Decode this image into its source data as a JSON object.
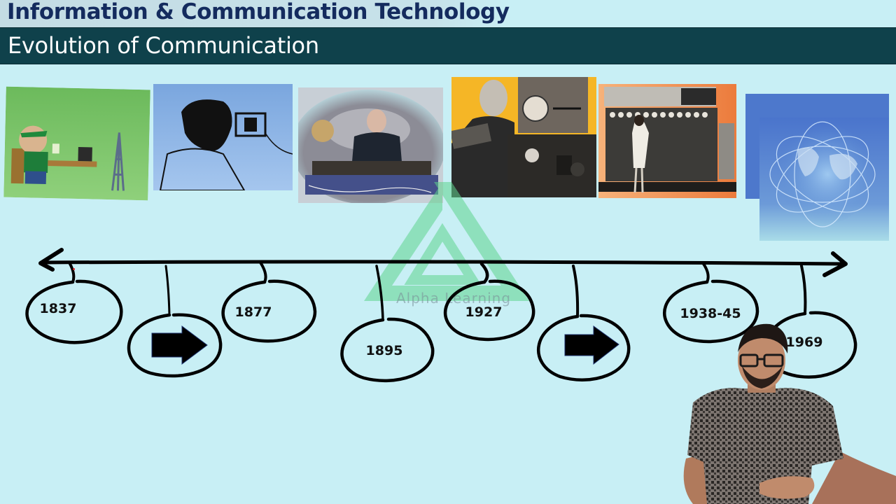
{
  "header": {
    "course_title": "Information & Communication Technology",
    "slide_title": "Evolution of Communication"
  },
  "colors": {
    "background": "#c8eff5",
    "banner": "#0f414b",
    "course_title": "#142b5e",
    "banner_text": "#ffffff",
    "watermark_green": "#7fdca8",
    "pointer": "#d9262c"
  },
  "images": [
    {
      "id": "telegraph",
      "description": "Cartoon telegraph operator at desk with antenna tower",
      "bg": "#7cc46e"
    },
    {
      "id": "telephone",
      "description": "Sketch of bearded man speaking into early telephone",
      "bg": "#8fb6e6"
    },
    {
      "id": "radio",
      "description": "Man seated at early radio transmitter equipment",
      "bg": "#9a9aa2"
    },
    {
      "id": "television",
      "description": "Man holding cathode tube beside early television set",
      "bg": "#f5b626"
    },
    {
      "id": "computer",
      "description": "Woman operating large early computing machine",
      "bg": "#f0914a"
    },
    {
      "id": "internet",
      "description": "Globe with network connection lines",
      "bg": "#4f7fcf"
    }
  ],
  "watermark": {
    "text": "Alpha Learning"
  },
  "timeline": {
    "nodes": [
      {
        "label": "1837",
        "type": "year"
      },
      {
        "label": "",
        "type": "arrow",
        "icon": "right-arrow-icon"
      },
      {
        "label": "1877",
        "type": "year"
      },
      {
        "label": "1895",
        "type": "year"
      },
      {
        "label": "1927",
        "type": "year"
      },
      {
        "label": "",
        "type": "arrow",
        "icon": "right-arrow-icon"
      },
      {
        "label": "1938-45",
        "type": "year"
      },
      {
        "label": "1969",
        "type": "year"
      }
    ]
  },
  "presenter": {
    "description": "Presenter wearing glasses and patterned grey t-shirt"
  }
}
